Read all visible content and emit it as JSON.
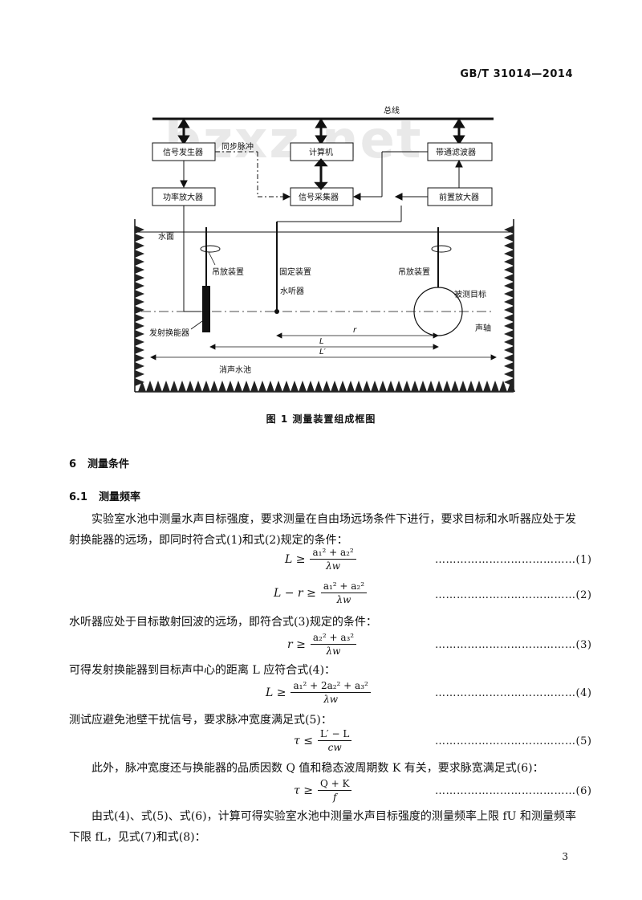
{
  "header": {
    "standard_no": "GB/T 31014—2014"
  },
  "figure": {
    "watermark": "bzxz.net",
    "bus": "总线",
    "signal_generator": "信号发生器",
    "sync_pulse": "同步脉冲",
    "computer": "计算机",
    "bandpass_filter": "带通滤波器",
    "power_amplifier": "功率放大器",
    "signal_acquisition": "信号采集器",
    "preamplifier": "前置放大器",
    "water_surface": "水面",
    "hanging_device_1": "吊放装置",
    "fixing_device": "固定装置",
    "hanging_device_2": "吊放装置",
    "hydrophone": "水听器",
    "target": "被测目标",
    "acoustic_axis": "声轴",
    "transducer": "发射换能器",
    "r": "r",
    "L": "L",
    "Lp": "L′",
    "anechoic_tank": "消声水池",
    "caption": "图 1   测量装置组成框图"
  },
  "section6": {
    "num": "6",
    "title": "测量条件"
  },
  "section61": {
    "num": "6.1",
    "title": "测量频率"
  },
  "paragraphs": {
    "p1": "实验室水池中测量水声目标强度，要求测量在自由场远场条件下进行，要求目标和水听器应处于发射换能器的远场，即同时符合式(1)和式(2)规定的条件：",
    "p2": "水听器应处于目标散射回波的远场，即符合式(3)规定的条件：",
    "p3": "可得发射换能器到目标声中心的距离 L 应符合式(4)：",
    "p4": "测试应避免池壁干扰信号，要求脉冲宽度满足式(5)：",
    "p5": "此外，脉冲宽度还与换能器的品质因数 Q 值和稳态波周期数 K 有关，要求脉宽满足式(6)：",
    "p6": "由式(4)、式(5)、式(6)，计算可得实验室水池中测量水声目标强度的测量频率上限 fU 和测量频率下限 fL，见式(7)和式(8)："
  },
  "equations": [
    {
      "lhs": "L ≥",
      "num": "a₁² + a₂²",
      "den": "λw",
      "no": "…………………………………(1)"
    },
    {
      "lhs": "L − r ≥",
      "num": "a₁² + a₂²",
      "den": "λw",
      "no": "…………………………………(2)"
    },
    {
      "lhs": "r ≥",
      "num": "a₂² + a₃²",
      "den": "λw",
      "no": "…………………………………(3)"
    },
    {
      "lhs": "L ≥",
      "num": "a₁² + 2a₂² + a₃²",
      "den": "λw",
      "no": "…………………………………(4)"
    },
    {
      "lhs": "τ ≤",
      "num": "L′ − L",
      "den": "cw",
      "no": "…………………………………(5)"
    },
    {
      "lhs": "τ ≥",
      "num": "Q + K",
      "den": "f",
      "no": "…………………………………(6)"
    }
  ],
  "page_number": "3"
}
